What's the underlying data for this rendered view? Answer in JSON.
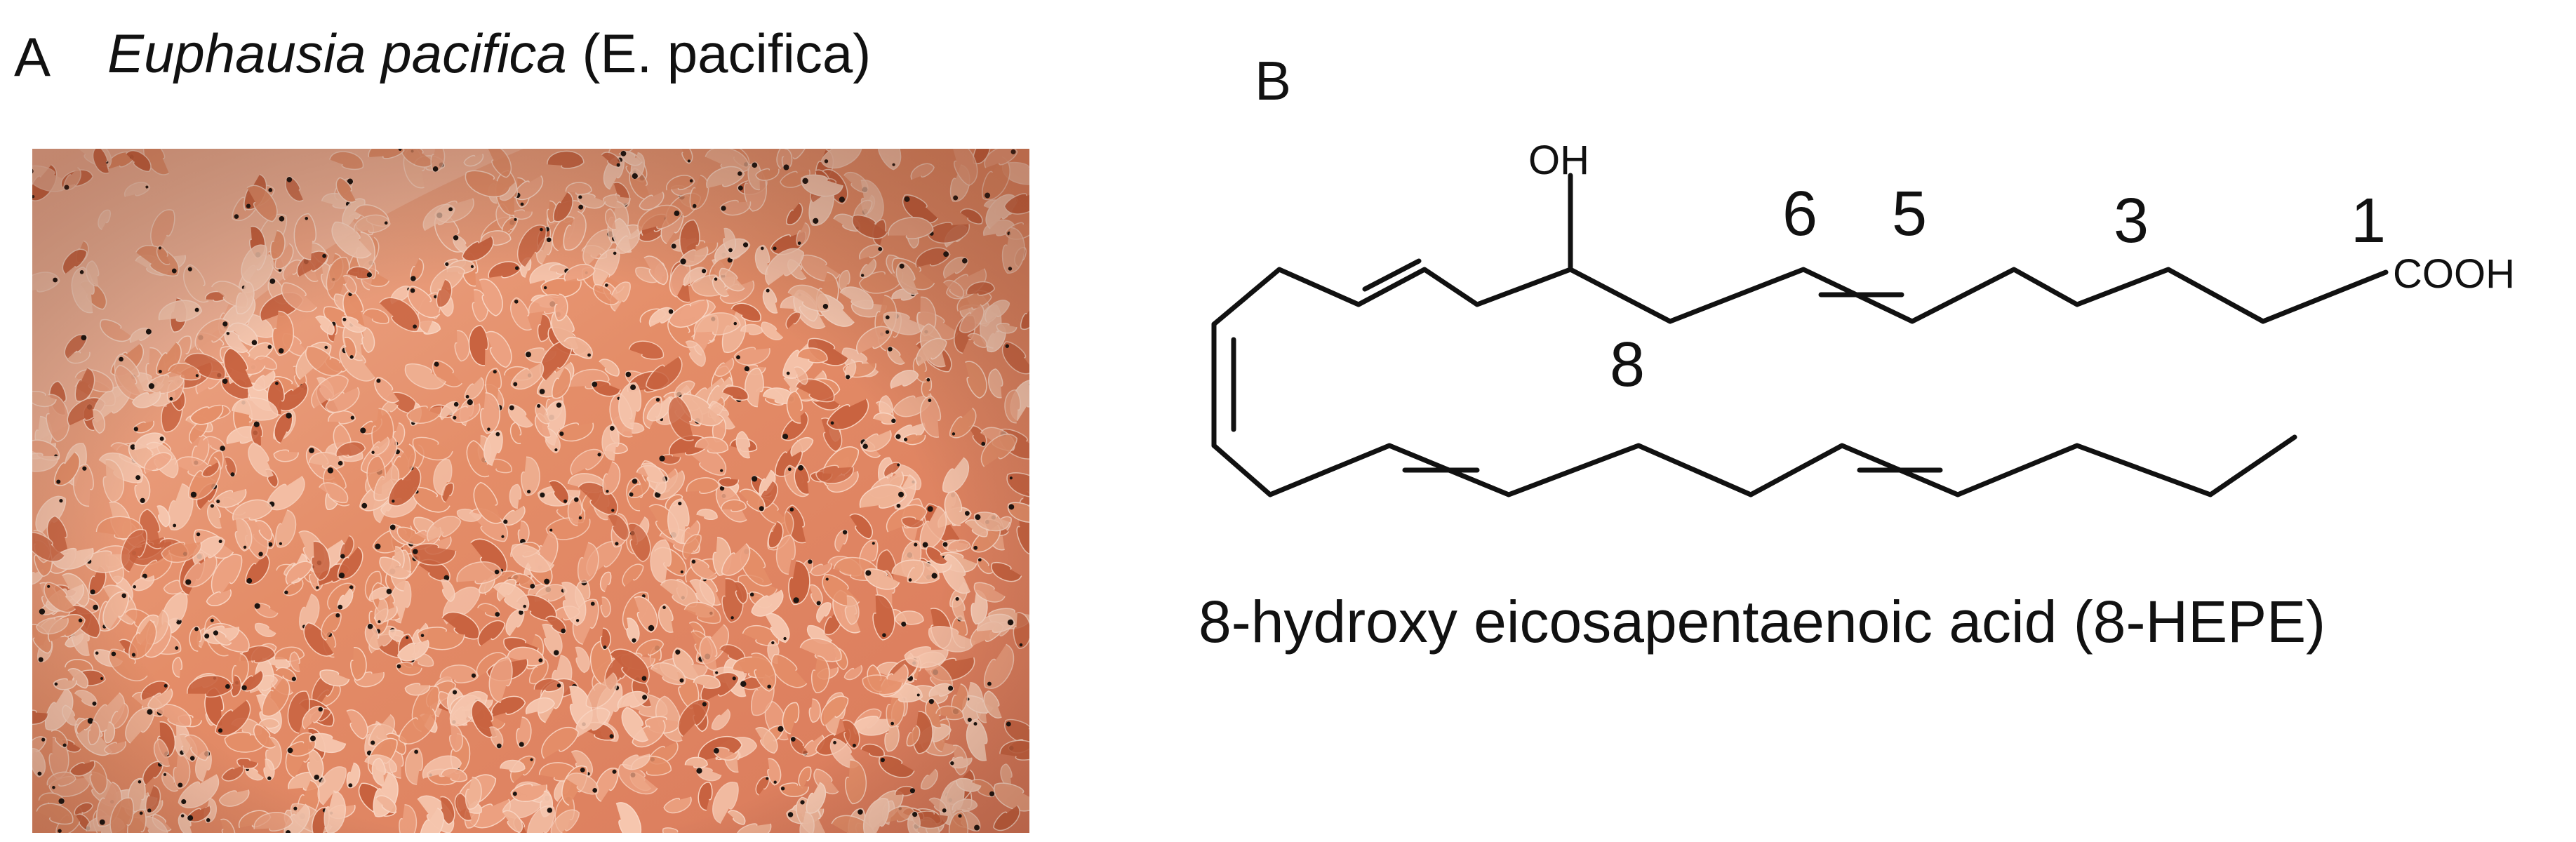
{
  "panel_a": {
    "letter": "A",
    "title_italic": "Euphausia pacifica",
    "title_plain": " (E. pacifica)"
  },
  "panel_b": {
    "letter": "B",
    "labels": {
      "hydroxyl": "OH",
      "carboxyl": "COOH",
      "c1": "1",
      "c3": "3",
      "c5": "5",
      "c6": "6",
      "c8": "8"
    },
    "compound_name": "8-hydroxy eicosapentaenoic acid (8-HEPE)"
  },
  "colors": {
    "krill_base": "#e58f69",
    "krill_light": "#f6c6ae",
    "krill_dark": "#c8623f",
    "eye": "#1c1410",
    "bond": "#111111"
  }
}
